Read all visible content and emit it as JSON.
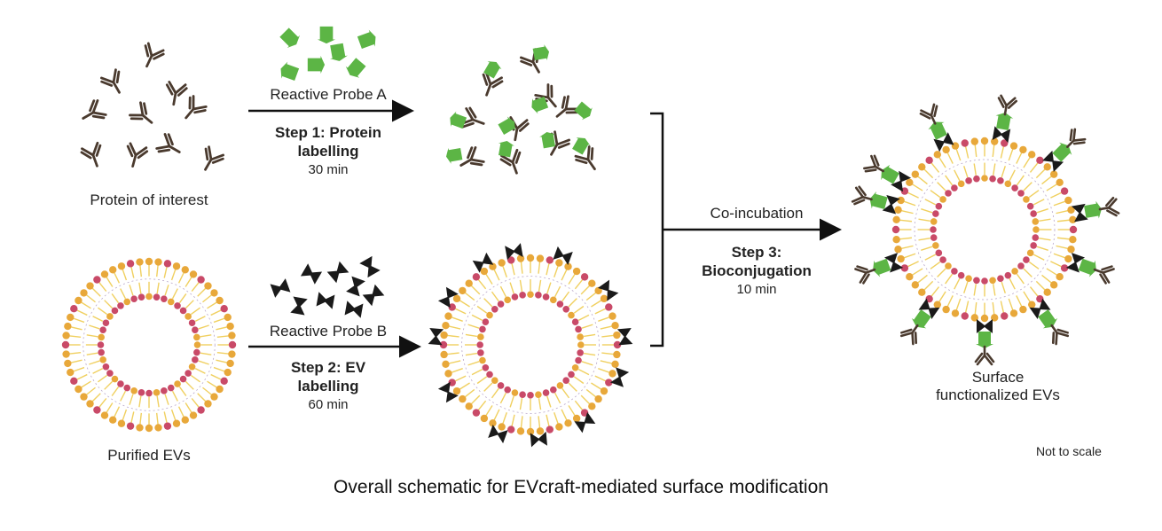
{
  "labels": {
    "protein_of_interest": "Protein of interest",
    "purified_evs": "Purified EVs",
    "surface_functionalized": "Surface\nfunctionalized EVs",
    "not_to_scale": "Not to scale"
  },
  "step1": {
    "probe": "Reactive Probe A",
    "title_line1": "Step 1: Protein",
    "title_line2": "labelling",
    "time": "30 min"
  },
  "step2": {
    "probe": "Reactive Probe B",
    "title_line1": "Step 2: EV",
    "title_line2": "labelling",
    "time": "60 min"
  },
  "step3": {
    "action": "Co-incubation",
    "title_line1": "Step 3:",
    "title_line2": "Bioconjugation",
    "time": "10 min"
  },
  "caption": "Overall schematic for EVcraft-mediated surface modification",
  "colors": {
    "antibody": "#4a3a2e",
    "probe_a": "#5cb545",
    "probe_b": "#1a1a1a",
    "lipid_head_outer": "#e8a83a",
    "lipid_head_inner": "#c94a68",
    "lipid_tail": "#f0d060",
    "arrow": "#111111"
  }
}
